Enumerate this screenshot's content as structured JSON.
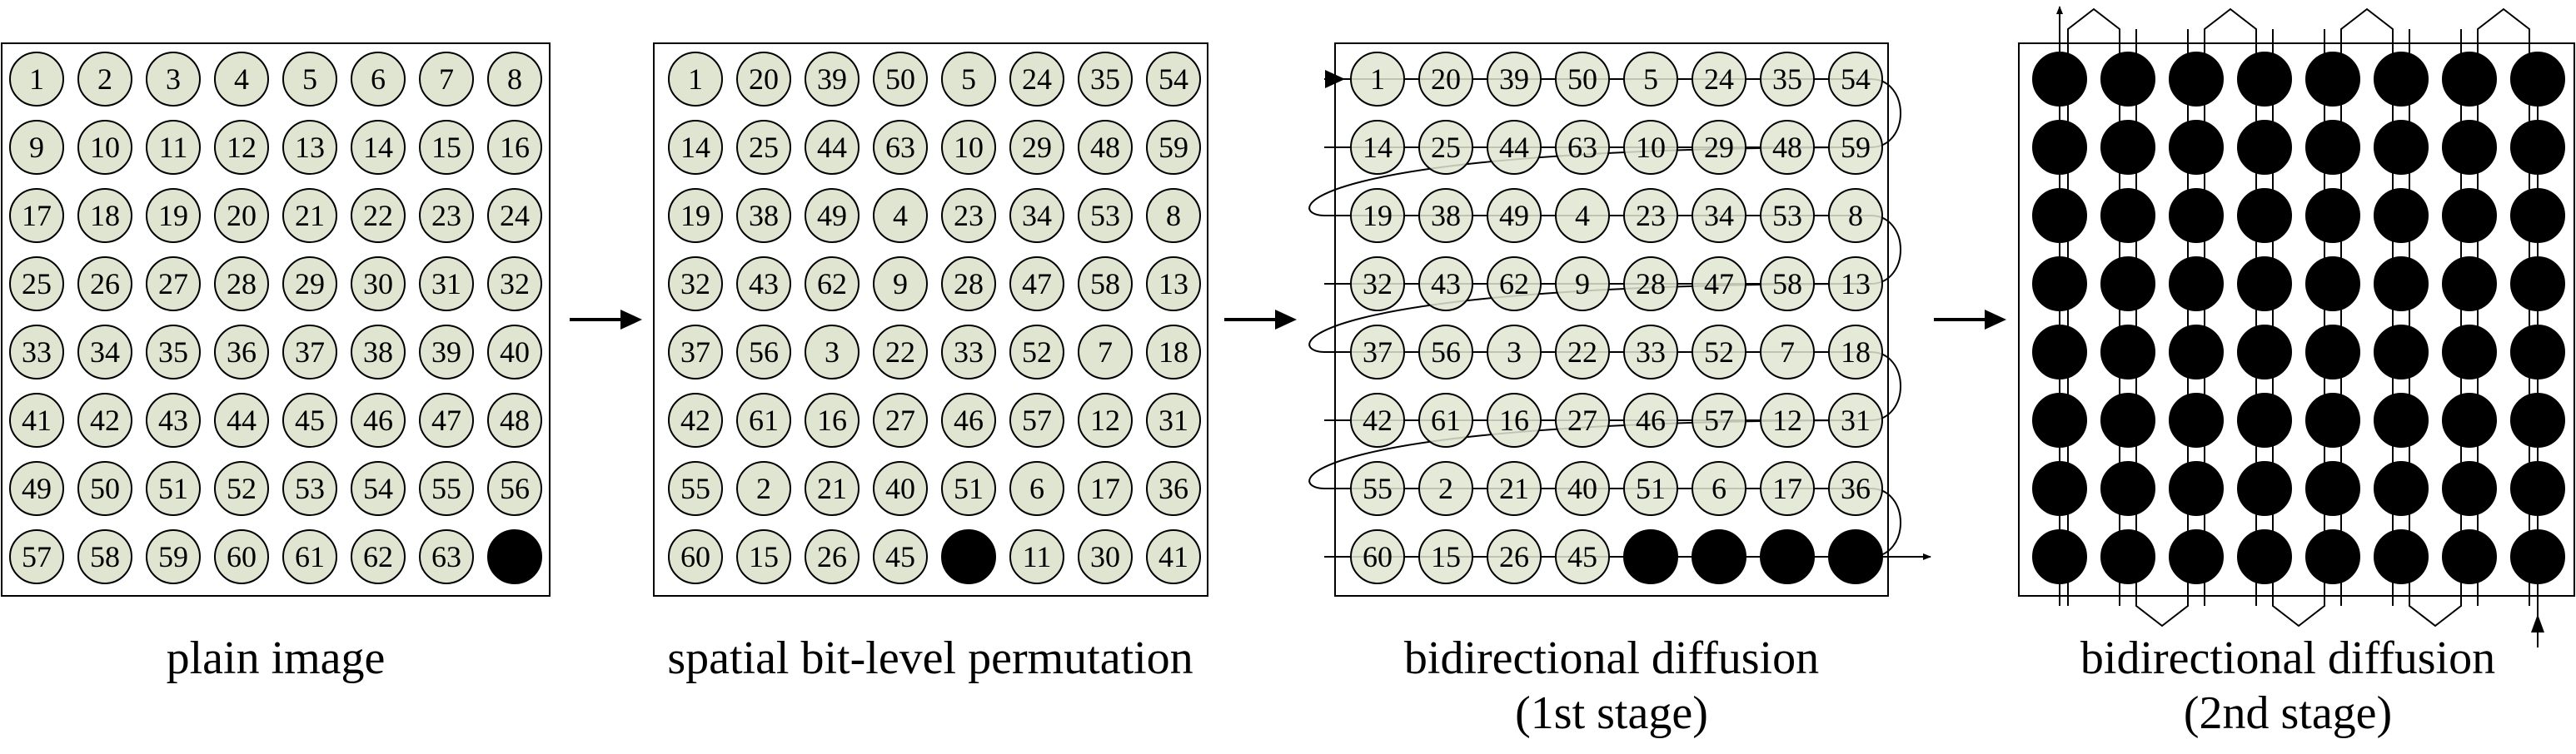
{
  "colors": {
    "cell_fill": "#dfe5d1",
    "filled": "#000000",
    "stroke": "#000000",
    "background": "#ffffff"
  },
  "panels": [
    {
      "id": "plain",
      "caption": [
        "plain image"
      ],
      "cells": [
        "1",
        "2",
        "3",
        "4",
        "5",
        "6",
        "7",
        "8",
        "9",
        "10",
        "11",
        "12",
        "13",
        "14",
        "15",
        "16",
        "17",
        "18",
        "19",
        "20",
        "21",
        "22",
        "23",
        "24",
        "25",
        "26",
        "27",
        "28",
        "29",
        "30",
        "31",
        "32",
        "33",
        "34",
        "35",
        "36",
        "37",
        "38",
        "39",
        "40",
        "41",
        "42",
        "43",
        "44",
        "45",
        "46",
        "47",
        "48",
        "49",
        "50",
        "51",
        "52",
        "53",
        "54",
        "55",
        "56",
        "57",
        "58",
        "59",
        "60",
        "61",
        "62",
        "63",
        ""
      ]
    },
    {
      "id": "permuted",
      "caption": [
        "spatial bit-level permutation"
      ],
      "cells": [
        "1",
        "20",
        "39",
        "50",
        "5",
        "24",
        "35",
        "54",
        "14",
        "25",
        "44",
        "63",
        "10",
        "29",
        "48",
        "59",
        "19",
        "38",
        "49",
        "4",
        "23",
        "34",
        "53",
        "8",
        "32",
        "43",
        "62",
        "9",
        "28",
        "47",
        "58",
        "13",
        "37",
        "56",
        "3",
        "22",
        "33",
        "52",
        "7",
        "18",
        "42",
        "61",
        "16",
        "27",
        "46",
        "57",
        "12",
        "31",
        "55",
        "2",
        "21",
        "40",
        "51",
        "6",
        "17",
        "36",
        "60",
        "15",
        "26",
        "45",
        "",
        "11",
        "30",
        "41"
      ]
    },
    {
      "id": "diffusion1",
      "caption": [
        "bidirectional diffusion",
        "(1st stage)"
      ],
      "cells": [
        "1",
        "20",
        "39",
        "50",
        "5",
        "24",
        "35",
        "54",
        "14",
        "25",
        "44",
        "63",
        "10",
        "29",
        "48",
        "59",
        "19",
        "38",
        "49",
        "4",
        "23",
        "34",
        "53",
        "8",
        "32",
        "43",
        "62",
        "9",
        "28",
        "47",
        "58",
        "13",
        "37",
        "56",
        "3",
        "22",
        "33",
        "52",
        "7",
        "18",
        "42",
        "61",
        "16",
        "27",
        "46",
        "57",
        "12",
        "31",
        "55",
        "2",
        "21",
        "40",
        "51",
        "6",
        "17",
        "36",
        "60",
        "15",
        "26",
        "45",
        "",
        "",
        "",
        ""
      ]
    },
    {
      "id": "diffusion2",
      "caption": [
        "bidirectional diffusion",
        "(2nd stage)"
      ],
      "cells": [
        "",
        "",
        "",
        "",
        "",
        "",
        "",
        "",
        "",
        "",
        "",
        "",
        "",
        "",
        "",
        "",
        "",
        "",
        "",
        "",
        "",
        "",
        "",
        "",
        "",
        "",
        "",
        "",
        "",
        "",
        "",
        "",
        "",
        "",
        "",
        "",
        "",
        "",
        "",
        "",
        "",
        "",
        "",
        "",
        "",
        "",
        "",
        "",
        "",
        "",
        "",
        "",
        "",
        "",
        "",
        "",
        "",
        "",
        "",
        "",
        "",
        "",
        "",
        ""
      ]
    }
  ]
}
